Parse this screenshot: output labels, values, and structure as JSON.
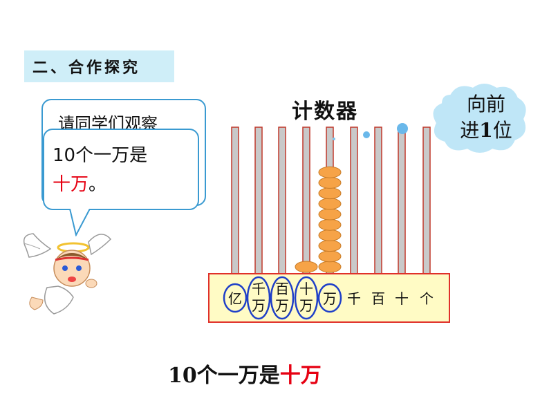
{
  "section": {
    "label": "二、合作探究"
  },
  "bubble_back": {
    "text": "请同学们观察"
  },
  "bubble_front": {
    "line1": "10个一万是",
    "line2_highlight": "十万",
    "line2_suffix": "。"
  },
  "abacus": {
    "title": "计数器",
    "places": [
      {
        "label": "亿",
        "circled": true
      },
      {
        "label": "千万",
        "circled": true
      },
      {
        "label": "百万",
        "circled": true
      },
      {
        "label": "十万",
        "circled": true
      },
      {
        "label": "万",
        "circled": true
      },
      {
        "label": "千",
        "circled": false
      },
      {
        "label": "百",
        "circled": false
      },
      {
        "label": "十",
        "circled": false
      },
      {
        "label": "个",
        "circled": false
      }
    ],
    "beads": [
      0,
      0,
      0,
      1,
      10,
      0,
      0,
      0,
      0
    ]
  },
  "cloud": {
    "line1": "向前",
    "line2_prefix": "进",
    "line2_bold": "1",
    "line2_suffix": "位"
  },
  "conclusion": {
    "prefix": "10个一万是",
    "highlight": "十万"
  },
  "colors": {
    "accent_red": "#e60012",
    "bead": "#f6a347",
    "bubble_border": "#3a9ad1",
    "circle": "#1f3fc8"
  }
}
